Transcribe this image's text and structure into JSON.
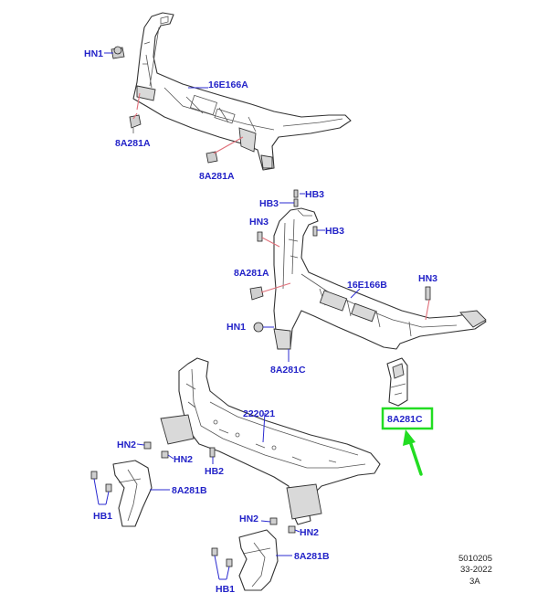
{
  "labels": {
    "hn1_top": "HN1",
    "p16e166a": "16E166A",
    "a8a281a_left": "8A281A",
    "a8a281a_mid": "8A281A",
    "hb3_a": "HB3",
    "hb3_b": "HB3",
    "hb3_c": "HB3",
    "hn3_left": "HN3",
    "hn3_right": "HN3",
    "a8a281a_lower": "8A281A",
    "p16e166b": "16E166B",
    "hn1_lower": "HN1",
    "a8a281c_left": "8A281C",
    "a8a281c_highlight": "8A281C",
    "p222021": "222021",
    "hn2_a": "HN2",
    "hn2_b": "HN2",
    "hb2": "HB2",
    "a8a281b_a": "8A281B",
    "hb1_a": "HB1",
    "hn2_c": "HN2",
    "hn2_d": "HN2",
    "a8a281b_b": "8A281B",
    "hb1_b": "HB1"
  },
  "footer": {
    "line1": "5010205",
    "line2": "33-2022",
    "line3": "3A"
  },
  "colors": {
    "label": "#2323c8",
    "highlight": "#22dd22",
    "leader_red": "#e0707a",
    "line": "#333333"
  }
}
